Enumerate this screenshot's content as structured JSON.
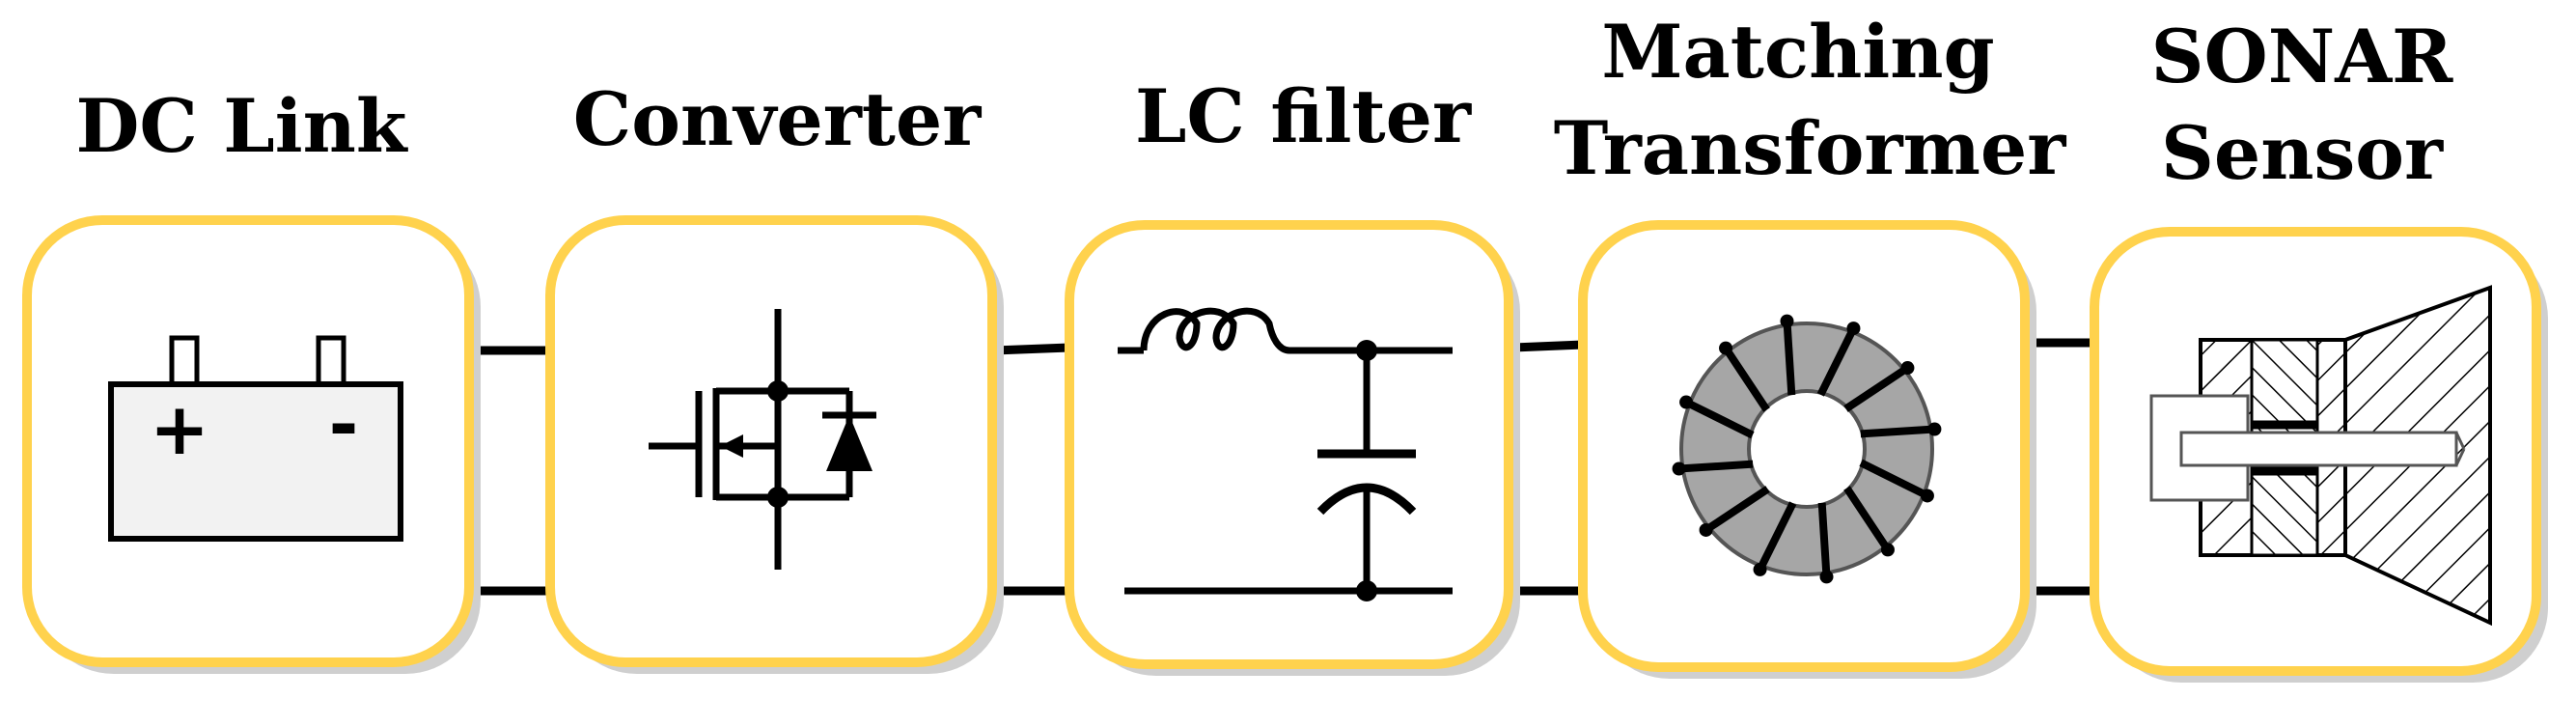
{
  "colors": {
    "block_border": "#ffd24d",
    "block_fill": "#ffffff",
    "shadow": "#cfcfcf",
    "battery_fill": "#f2f2f2",
    "toroid_fill": "#a6a6a6",
    "wire": "#000000"
  },
  "blocks": [
    {
      "id": "dc-link",
      "title_lines": [
        "DC Link"
      ],
      "icon": "battery-icon"
    },
    {
      "id": "converter",
      "title_lines": [
        "Converter"
      ],
      "icon": "mosfet-diode-icon"
    },
    {
      "id": "lc-filter",
      "title_lines": [
        "LC filter"
      ],
      "icon": "lc-filter-icon"
    },
    {
      "id": "matching-transformer",
      "title_lines": [
        "Matching",
        "Transformer"
      ],
      "icon": "toroid-transformer-icon"
    },
    {
      "id": "sonar-sensor",
      "title_lines": [
        "SONAR",
        "Sensor"
      ],
      "icon": "sonar-transducer-icon"
    }
  ],
  "battery": {
    "plus": "+",
    "minus": "-"
  }
}
